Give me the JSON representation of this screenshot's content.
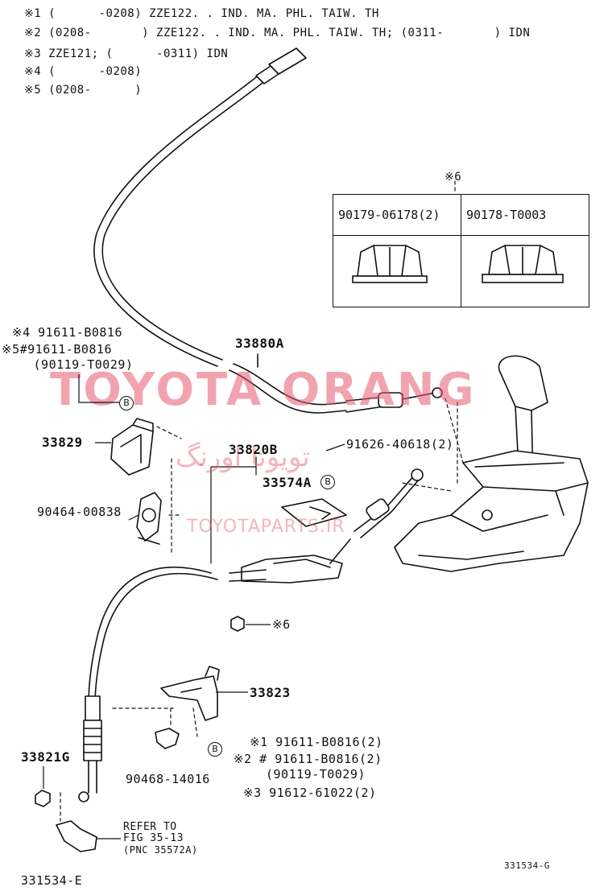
{
  "notes": [
    "※1 (      -0208) ZZE122. . IND. MA. PHL. TAIW. TH",
    "※2 (0208-       ) ZZE122. . IND. MA. PHL. TAIW. TH; (0311-       ) IDN",
    "※3 ZZE121; (      -0311) IDN",
    "※4 (      -0208)",
    "※5 (0208-      )"
  ],
  "table": {
    "marker": "※6",
    "col1": "90179-06178(2)",
    "col2": "90178-T0003"
  },
  "labels": {
    "p33880a": "33880A",
    "left_group": [
      "※4 91611-B0816",
      "※5#91611-B0816",
      " (90119-T0029)"
    ],
    "p33829": "33829",
    "p33820b": "33820B",
    "p91626": "91626-40618(2)",
    "p33574a": "33574A",
    "p90464": "90464-00838",
    "star6": "※6",
    "p33823": "33823",
    "right_group": [
      "※1 91611-B0816(2)",
      "※2 # 91611-B0816(2)",
      "(90119-T0029)",
      "※3 91612-61022(2)"
    ],
    "p33821g": "33821G",
    "p90468": "90468-14016",
    "refer": [
      "REFER TO",
      "FIG 35-13",
      "(PNC 35572A)"
    ],
    "bottom_left": "331534-E",
    "bottom_right": "331534-G",
    "circle_b": "B"
  },
  "watermark": {
    "main": "TOYOTA ORANG",
    "persian": "تویوتا اورنگ",
    "site": "TOYOTAPARTS.IR"
  }
}
